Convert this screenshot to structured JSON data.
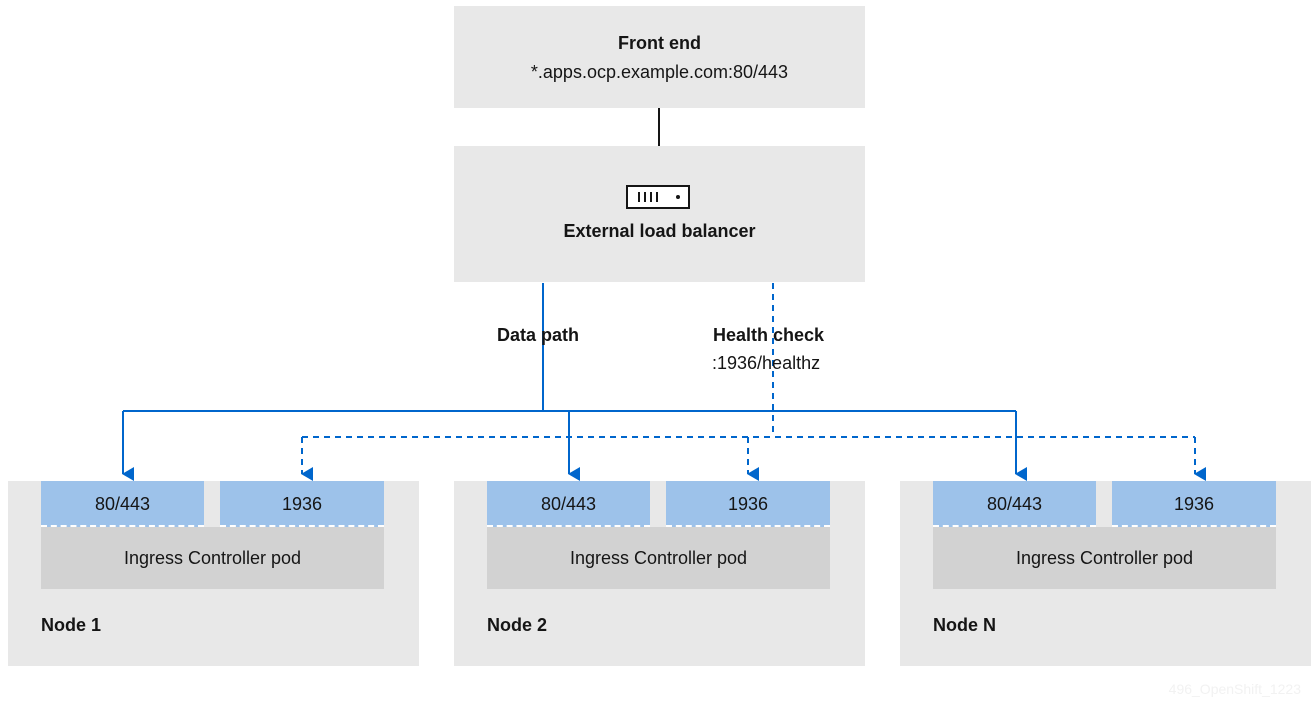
{
  "frontend": {
    "title": "Front end",
    "subtitle": "*.apps.ocp.example.com:80/443"
  },
  "load_balancer": {
    "title": "External load balancer",
    "icon": "server-icon"
  },
  "edges": {
    "data_path_label": "Data path",
    "health_check_label": "Health check",
    "health_check_endpoint": ":1936/healthz"
  },
  "nodes": [
    {
      "label": "Node 1",
      "port_http": "80/443",
      "port_health": "1936",
      "pod": "Ingress Controller pod"
    },
    {
      "label": "Node 2",
      "port_http": "80/443",
      "port_health": "1936",
      "pod": "Ingress Controller pod"
    },
    {
      "label": "Node N",
      "port_http": "80/443",
      "port_health": "1936",
      "pod": "Ingress Controller pod"
    }
  ],
  "colors": {
    "box_bg": "#e8e8e8",
    "port_bg": "#9dc2ea",
    "pod_bg": "#d2d2d2",
    "wire_blue": "#0066cc",
    "wire_dark": "#151515"
  },
  "watermark": "496_OpenShift_1223"
}
